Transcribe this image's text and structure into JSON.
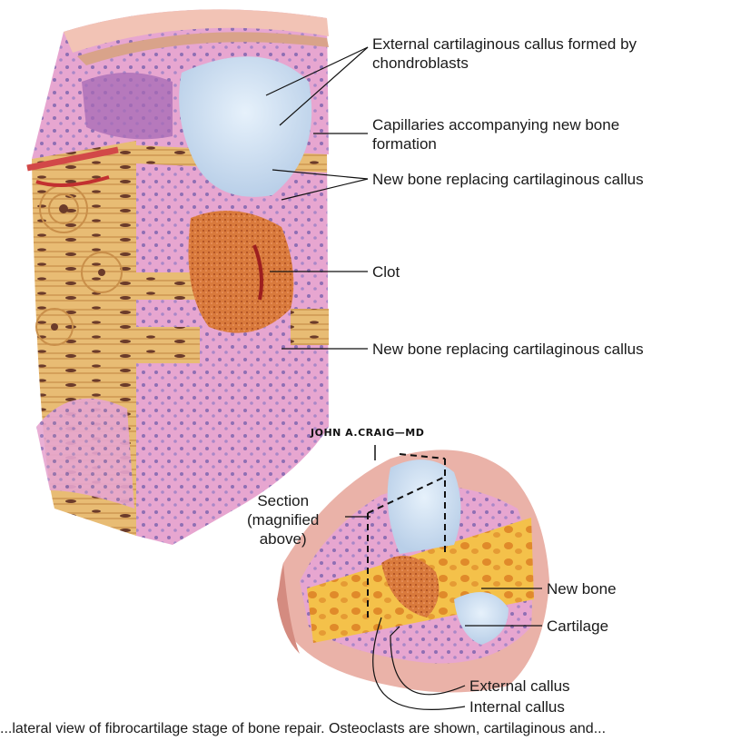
{
  "labels": {
    "external_cartilaginous_callus": "External cartilaginous callus formed by\nchondroblasts",
    "capillaries": "Capillaries accompanying new bone\nformation",
    "new_bone_upper": "New bone replacing cartilaginous callus",
    "clot": "Clot",
    "new_bone_lower": "New bone replacing cartilaginous callus",
    "section": "Section\n(magnified\nabove)",
    "new_bone": "New bone",
    "cartilage": "Cartilage",
    "external_callus": "External callus",
    "internal_callus": "Internal callus"
  },
  "signature": "JOHN A.CRAIG—MD",
  "caption": "...lateral view of fibrocartilage stage of bone repair. Osteoclasts are shown, cartilaginous and..."
}
